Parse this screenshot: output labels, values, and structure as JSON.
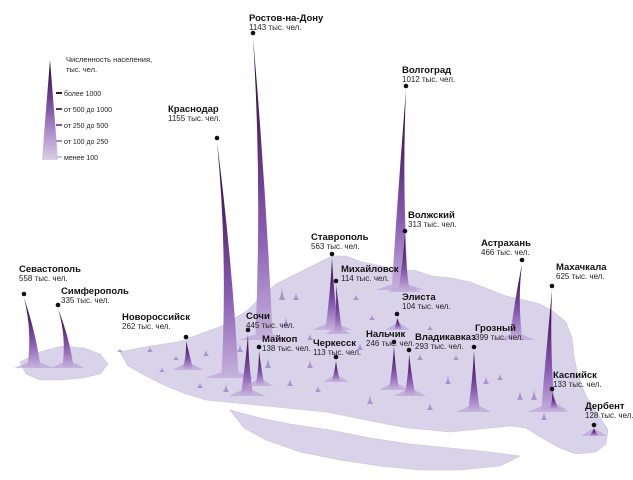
{
  "legend": {
    "title_line1": "Численность населения,",
    "title_line2": "тыс. чел.",
    "categories": [
      {
        "label": "более 1000",
        "color": "#3a1140"
      },
      {
        "label": "от 500 до 1000",
        "color": "#5a2a78"
      },
      {
        "label": "от 250 до 500",
        "color": "#8055a8"
      },
      {
        "label": "от 100 до 250",
        "color": "#a889c8"
      },
      {
        "label": "менее 100",
        "color": "#ccc0df"
      }
    ]
  },
  "pop_suffix": "тыс. чел.",
  "terrain_color": "#d9d3ea",
  "cities": [
    {
      "name": "Ростов-на-Дону",
      "population": 1143
    },
    {
      "name": "Краснодар",
      "population": 1155
    },
    {
      "name": "Волгоград",
      "population": 1012
    },
    {
      "name": "Волжский",
      "population": 313
    },
    {
      "name": "Ставрополь",
      "population": 563
    },
    {
      "name": "Михайловск",
      "population": 114
    },
    {
      "name": "Астрахань",
      "population": 466
    },
    {
      "name": "Элиста",
      "population": 104
    },
    {
      "name": "Севастополь",
      "population": 558
    },
    {
      "name": "Симферополь",
      "population": 335
    },
    {
      "name": "Новороссийск",
      "population": 262
    },
    {
      "name": "Сочи",
      "population": 445
    },
    {
      "name": "Майкоп",
      "population": 138
    },
    {
      "name": "Черкесск",
      "population": 113
    },
    {
      "name": "Нальчик",
      "population": 246
    },
    {
      "name": "Владикавказ",
      "population": 293
    },
    {
      "name": "Грозный",
      "population": 399
    },
    {
      "name": "Махачкала",
      "population": 625
    },
    {
      "name": "Каспийск",
      "population": 133
    },
    {
      "name": "Дербент",
      "population": 128
    }
  ]
}
